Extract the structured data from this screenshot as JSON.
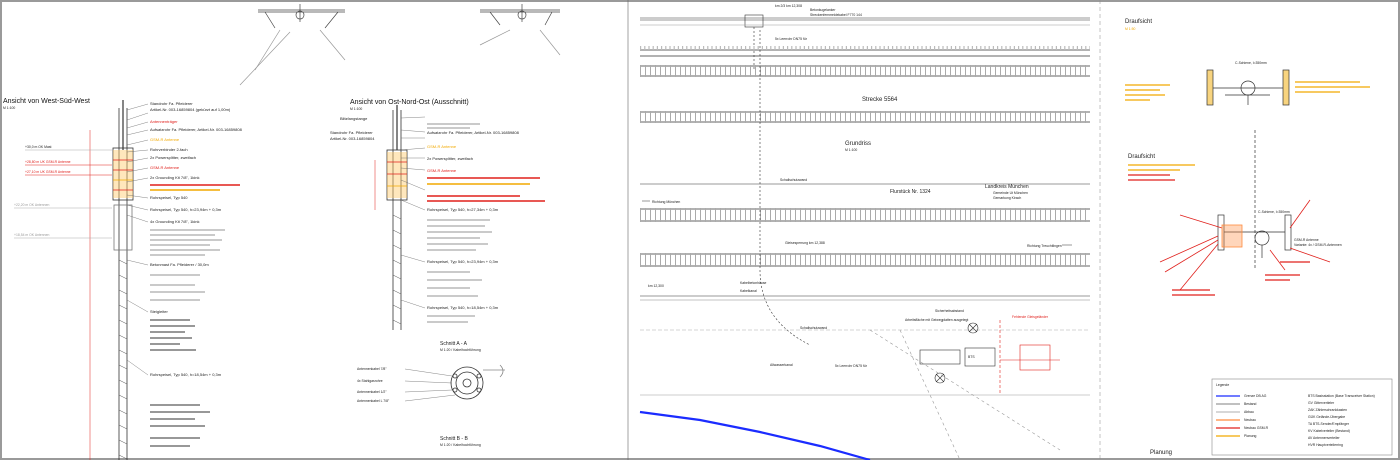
{
  "drawing": {
    "left_view": {
      "title": "Ansicht von West-Süd-West",
      "scale": "M 1:100",
      "callouts": [
        "Standrohr Fa. Pfleiderer",
        "Artikel-Nr. 003-16859804 (gekürzt auf 1,00m)",
        "Antennenträger",
        "Aufsatzrohr Fa. Pfleiderer, Artikel-Nr. 003-16859808",
        "GSM-R Antenne",
        "Rohrverbinder 2-fach",
        "2x Powersplitter, zweifach",
        "GSM-R Antenne",
        "2x Grounding Kit 7/8\", 1kink",
        "Rohrspeisel, Typ 540",
        "Rohrspeisel, Typ 540, h=23,94m + 0,3m",
        "4x Grounding Kit 7/8\", 1kink",
        "Betonmast Fa. Pfleiderer / 30,0m",
        "Steigleiter",
        "Rohrspeisel, Typ 540, h=18,54m + 0,3m"
      ],
      "dims": [
        "+30,0 m OK Mast",
        "+28,80 m UK GSM-R Antenne",
        "+27,10 m UK GSM-R Antenne",
        "+22,20 m OK Antennen",
        "+18,54 m OK Antennen"
      ]
    },
    "mid_view": {
      "title": "Ansicht von Ost-Nord-Ost (Ausschnitt)",
      "scale": "M 1:100",
      "callouts": [
        "Blitzfangstange",
        "Standrohr Fa. Pfleiderer",
        "Artikel-Nr. 003-16859804",
        "Aufsatzrohr Fa. Pfleiderer, Artikel-Nr. 003-16859808",
        "GSM-R Antenne",
        "2x Powersplitter, zweifach",
        "GSM-R Antenne",
        "Rohrspeisel, Typ 540, h=27,34m + 0,3m",
        "Rohrspeisel, Typ 540, h=23,94m + 0,3m",
        "Rohrspeisel, Typ 540, h=18,54m + 0,3m"
      ]
    },
    "sections": {
      "a": {
        "title": "Schnitt A - A",
        "scale": "M 1:20 / Kabelhochführung"
      },
      "b": {
        "title": "Schnitt B - B",
        "scale": "M 1:20 / Kabelhochführung"
      },
      "labels": [
        "Antennenkabel 7/8\"",
        "4x Stahlgasrohre",
        "Antennenkabel 1/2\"",
        "Antennenkabel L 7/8\""
      ]
    },
    "site_plan": {
      "strecke": "Strecke 5564",
      "grundriss": "Grundriss",
      "grundriss_scale": "M 1:100",
      "flurstueck": "Flurstück Nr. 1324",
      "landkreis": "Landkreis München",
      "gemeinde": "Gemeinde Ut München",
      "gemarkung": "Gemarkung Kirach",
      "richtung_left": "Richtung München",
      "richtung_right": "Richtung Treuchtlingen",
      "schallschutzwand": "Schallschutzwand",
      "kabelkanal": "Kabelkanal",
      "labels": [
        "Betonkugelanker",
        "Streckenfernmeldekabel F770 144",
        "5x Leerrohr DN75 für",
        "Gleisesperrung km 12,388",
        "Kabelbetonhäuse",
        "Arbeitsfläche mit Geiwegplatten ausgelegt",
        "Sicherheitsabstand",
        "Schallschutzwand",
        "Allwasserkanal",
        "5x Leerrohr DN75 für",
        "Fehlende Gleisgeländer",
        "BTS",
        "km 12,300"
      ],
      "km_top": "km 2/3 km 12,308"
    },
    "right_panel": {
      "draufsicht_top": "Draufsicht",
      "draufsicht_top_scale": "M 1:50",
      "c_schiene_top": "C-Schiene, l=350mm",
      "draufsicht_bottom": "Draufsicht",
      "c_schiene_bottom": "C-Schiene, l=350mm",
      "gsm_label": "GSM-R Antenne",
      "gsm_spec": "Variante: 4x / GSM-R-Antennen",
      "planung": "Planung"
    },
    "legend": {
      "title": "Legende",
      "items": [
        {
          "label": "Grenze DB AG",
          "color": "#1b2cff"
        },
        {
          "label": "Bestand",
          "color": "#9a9a9a"
        },
        {
          "label": "Abbau",
          "color": "#bfbfbf"
        },
        {
          "label": "Neubau",
          "color": "#ff8a3d"
        },
        {
          "label": "Neubau GSM-R",
          "color": "#e0201c"
        },
        {
          "label": "Planung",
          "color": "#f2a900"
        }
      ],
      "abbrev": [
        "BTS  Basisstation (Base Transceiver Station)",
        "GV   Gittervertieler",
        "ZAK  Zählerschrankkasten",
        "GÜK  Gelände-Übergabe",
        "TA   BTS-Sender/Empfänger",
        "KV   Kabelverteiler (Bestand)",
        "AV   Antennenverteiler",
        "HVR  Hauptverteilerring"
      ]
    }
  }
}
